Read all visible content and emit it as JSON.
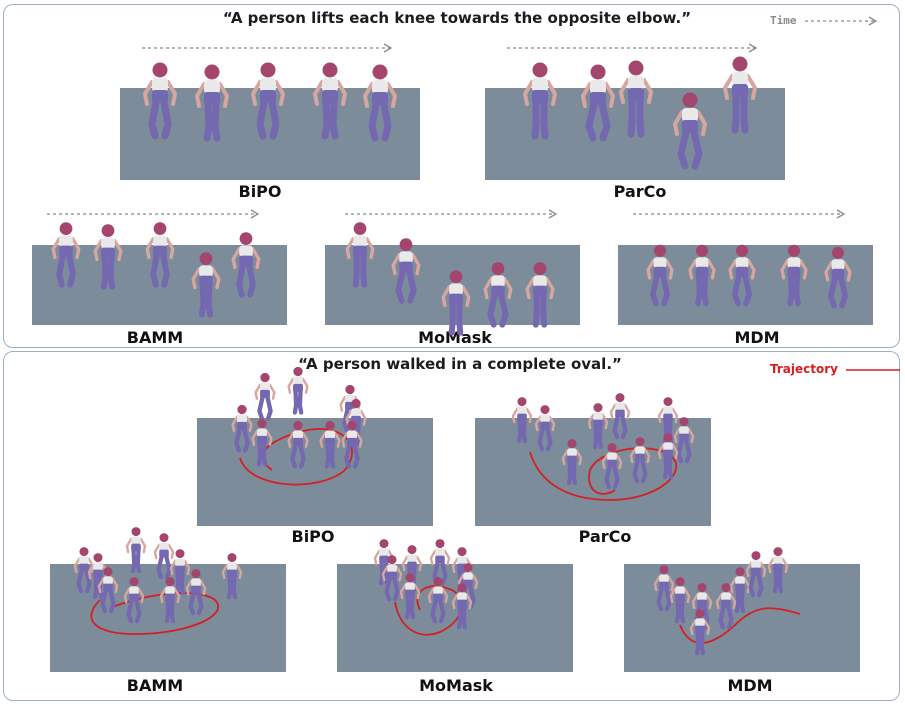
{
  "panel_top": {
    "caption": "“A person lifts each knee towards the opposite elbow.”",
    "legend_label": "Time",
    "methods": [
      "BiPO",
      "ParCo",
      "BAMM",
      "MoMask",
      "MDM"
    ]
  },
  "panel_bottom": {
    "caption": "“A person walked in a complete oval.”",
    "legend_label": "Trajectory",
    "methods": [
      "BiPO",
      "ParCo",
      "BAMM",
      "MoMask",
      "MDM"
    ]
  },
  "colors": {
    "panel_border": "#9db0c4",
    "ground": "#7c8c9b",
    "figure_body": "#7468b0",
    "figure_head": "#a3456c",
    "figure_skin": "#d7a6a0",
    "shirt": "#e9e9e9",
    "trajectory": "#d42020"
  }
}
